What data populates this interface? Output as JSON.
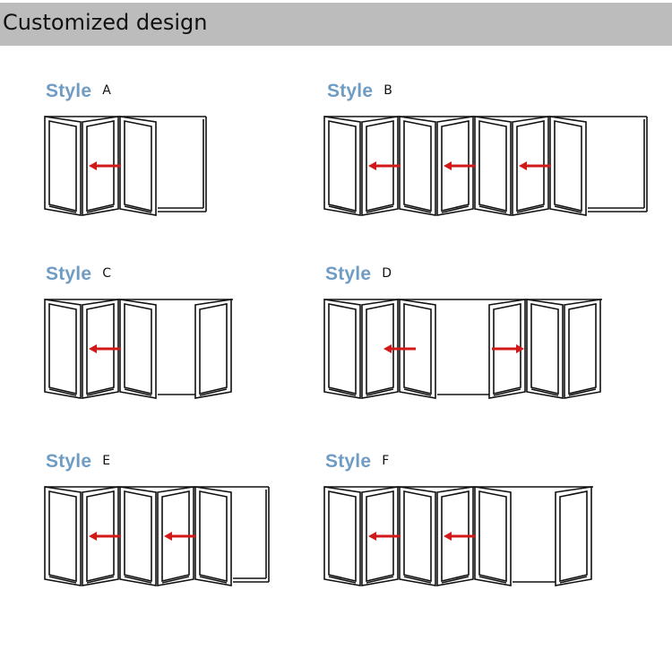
{
  "header": {
    "title": "Customized design"
  },
  "colors": {
    "style_word": "#6f9cc4",
    "arrow": "#d11919",
    "header_bg": "#bcbcbc"
  },
  "styles": [
    {
      "word": "Style",
      "letter": "A",
      "panels": 3,
      "rightEdge": "closed",
      "openRightPanel": false,
      "arrows": [
        {
          "panel": 2,
          "direction": "left"
        }
      ]
    },
    {
      "word": "Style",
      "letter": "B",
      "panels": 7,
      "rightEdge": "closed",
      "openRightPanel": false,
      "arrows": [
        {
          "panel": 2,
          "direction": "left"
        },
        {
          "panel": 4,
          "direction": "left"
        },
        {
          "panel": 6,
          "direction": "left"
        }
      ]
    },
    {
      "word": "Style",
      "letter": "C",
      "panels": 3,
      "rightEdge": "open",
      "openRightPanel": true,
      "arrows": [
        {
          "panel": 2,
          "direction": "left"
        }
      ]
    },
    {
      "word": "Style",
      "letter": "D",
      "panels": 3,
      "rightEdge": "mirror",
      "openRightPanel": false,
      "rightPanels": 3,
      "arrows": [
        {
          "panel": 2,
          "direction": "left"
        },
        {
          "side": "right",
          "panel": 2,
          "direction": "right"
        }
      ]
    },
    {
      "word": "Style",
      "letter": "E",
      "panels": 5,
      "rightEdge": "closed",
      "openRightPanel": false,
      "arrows": [
        {
          "panel": 2,
          "direction": "left"
        },
        {
          "panel": 4,
          "direction": "left"
        }
      ]
    },
    {
      "word": "Style",
      "letter": "F",
      "panels": 5,
      "rightEdge": "open",
      "openRightPanel": true,
      "arrows": [
        {
          "panel": 2,
          "direction": "left"
        },
        {
          "panel": 4,
          "direction": "left"
        }
      ]
    }
  ]
}
